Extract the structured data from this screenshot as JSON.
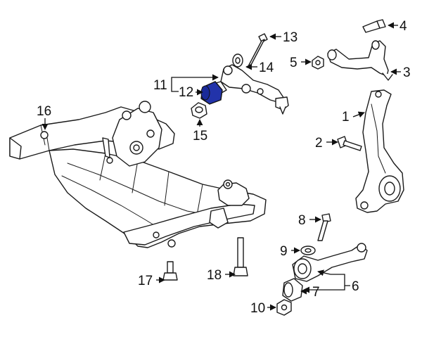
{
  "highlight_color": "#2233aa",
  "callouts": {
    "c1": "1",
    "c2": "2",
    "c3": "3",
    "c4": "4",
    "c5": "5",
    "c6": "6",
    "c7": "7",
    "c8": "8",
    "c9": "9",
    "c10": "10",
    "c11": "11",
    "c12": "12",
    "c13": "13",
    "c14": "14",
    "c15": "15",
    "c16": "16",
    "c17": "17",
    "c18": "18"
  }
}
